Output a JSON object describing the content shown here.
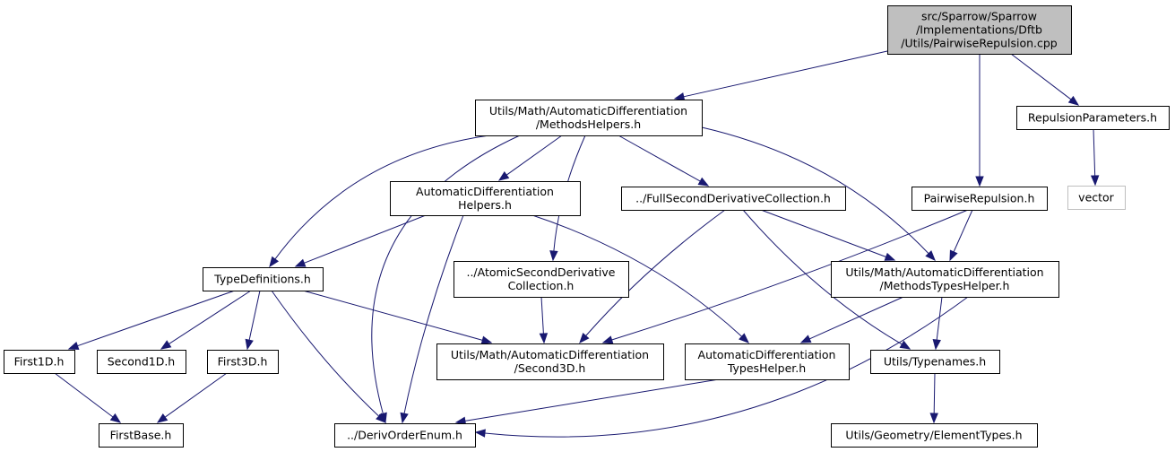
{
  "graph": {
    "type": "include-dependency-graph",
    "colors": {
      "edge": "#191970",
      "root_fill": "#bfbfbf",
      "node_fill": "#ffffff",
      "external_border": "#bfbfbf"
    },
    "nodes": [
      {
        "id": "root",
        "lines": [
          "src/Sparrow/Sparrow",
          "/Implementations/Dftb",
          "/Utils/PairwiseRepulsion.cpp"
        ],
        "style": "root"
      },
      {
        "id": "methods_helpers",
        "lines": [
          "Utils/Math/AutomaticDifferentiation",
          "/MethodsHelpers.h"
        ]
      },
      {
        "id": "repulsion_parameters",
        "lines": [
          "RepulsionParameters.h"
        ]
      },
      {
        "id": "vector",
        "lines": [
          "vector"
        ],
        "style": "external"
      },
      {
        "id": "ad_helpers",
        "lines": [
          "AutomaticDifferentiation",
          "Helpers.h"
        ]
      },
      {
        "id": "full_second",
        "lines": [
          "../FullSecondDerivativeCollection.h"
        ]
      },
      {
        "id": "pairwise_repulsion_h",
        "lines": [
          "PairwiseRepulsion.h"
        ]
      },
      {
        "id": "type_definitions",
        "lines": [
          "TypeDefinitions.h"
        ]
      },
      {
        "id": "atomic_second",
        "lines": [
          "../AtomicSecondDerivative",
          "Collection.h"
        ]
      },
      {
        "id": "methods_types_helper",
        "lines": [
          "Utils/Math/AutomaticDifferentiation",
          "/MethodsTypesHelper.h"
        ]
      },
      {
        "id": "first1d",
        "lines": [
          "First1D.h"
        ]
      },
      {
        "id": "second1d",
        "lines": [
          "Second1D.h"
        ]
      },
      {
        "id": "first3d",
        "lines": [
          "First3D.h"
        ]
      },
      {
        "id": "second3d",
        "lines": [
          "Utils/Math/AutomaticDifferentiation",
          "/Second3D.h"
        ]
      },
      {
        "id": "ad_types_helper",
        "lines": [
          "AutomaticDifferentiation",
          "TypesHelper.h"
        ]
      },
      {
        "id": "typenames",
        "lines": [
          "Utils/Typenames.h"
        ]
      },
      {
        "id": "first_base",
        "lines": [
          "FirstBase.h"
        ]
      },
      {
        "id": "deriv_order_enum",
        "lines": [
          "../DerivOrderEnum.h"
        ]
      },
      {
        "id": "element_types",
        "lines": [
          "Utils/Geometry/ElementTypes.h"
        ]
      }
    ],
    "edges": [
      [
        "root",
        "methods_helpers"
      ],
      [
        "root",
        "pairwise_repulsion_h"
      ],
      [
        "root",
        "repulsion_parameters"
      ],
      [
        "repulsion_parameters",
        "vector"
      ],
      [
        "methods_helpers",
        "type_definitions"
      ],
      [
        "methods_helpers",
        "deriv_order_enum"
      ],
      [
        "methods_helpers",
        "ad_helpers"
      ],
      [
        "methods_helpers",
        "atomic_second"
      ],
      [
        "methods_helpers",
        "full_second"
      ],
      [
        "methods_helpers",
        "methods_types_helper"
      ],
      [
        "ad_helpers",
        "type_definitions"
      ],
      [
        "ad_helpers",
        "deriv_order_enum"
      ],
      [
        "ad_helpers",
        "ad_types_helper"
      ],
      [
        "full_second",
        "second3d"
      ],
      [
        "full_second",
        "methods_types_helper"
      ],
      [
        "full_second",
        "typenames"
      ],
      [
        "pairwise_repulsion_h",
        "second3d"
      ],
      [
        "pairwise_repulsion_h",
        "methods_types_helper"
      ],
      [
        "type_definitions",
        "first1d"
      ],
      [
        "type_definitions",
        "second1d"
      ],
      [
        "type_definitions",
        "first3d"
      ],
      [
        "type_definitions",
        "second3d"
      ],
      [
        "type_definitions",
        "deriv_order_enum"
      ],
      [
        "atomic_second",
        "second3d"
      ],
      [
        "methods_types_helper",
        "ad_types_helper"
      ],
      [
        "methods_types_helper",
        "typenames"
      ],
      [
        "methods_types_helper",
        "deriv_order_enum"
      ],
      [
        "first1d",
        "first_base"
      ],
      [
        "first3d",
        "first_base"
      ],
      [
        "ad_types_helper",
        "deriv_order_enum"
      ],
      [
        "typenames",
        "element_types"
      ]
    ]
  }
}
